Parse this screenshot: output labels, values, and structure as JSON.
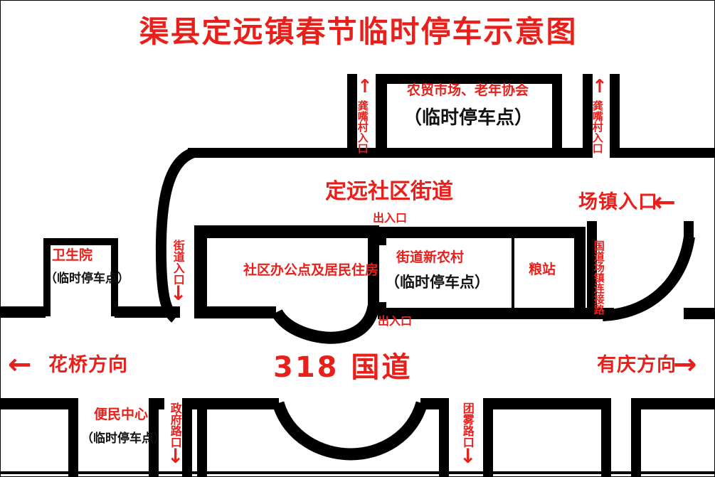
{
  "title": "渠县定远镇春节临时停车示意图",
  "colors": {
    "red": "#e8201c",
    "black": "#111111",
    "road": "#000000",
    "background": "#ffffff"
  },
  "top_section": {
    "left_junction_label": "龚嘴村入口",
    "left_junction_arrow": "↑",
    "right_junction_label": "龚嘴村入口",
    "right_junction_arrow": "↑",
    "market_name": "农贸市场、老年协会",
    "market_note": "（临时停车点）"
  },
  "middle_section": {
    "community_street_title": "定远社区街道",
    "entrance_top": "出入口",
    "entrance_bottom": "出入口",
    "town_entrance_label": "场镇入口",
    "town_entrance_arrow": "←",
    "street_entrance_label": "街道入口",
    "street_entrance_arrow": "↓",
    "clinic_name": "卫生院",
    "clinic_note": "（临时停车点）",
    "community_office": "社区办公点及居民住房",
    "new_village_name": "街道新农村",
    "new_village_note": "（临时停车点）",
    "grain_station": "粮站",
    "connector_road": "国道场镇连接路"
  },
  "highway_section": {
    "highway_name": "318 国道",
    "west_direction_arrow": "←",
    "west_direction_label": "花桥方向",
    "east_direction_label": "有庆方向",
    "east_direction_arrow": "→"
  },
  "bottom_section": {
    "service_center_name": "便民中心",
    "service_center_note": "（临时停车点）",
    "gov_road_label": "政府路口",
    "gov_road_arrow": "↓",
    "tuanwu_road_label": "团雾路口",
    "tuanwu_road_arrow": "↓"
  }
}
